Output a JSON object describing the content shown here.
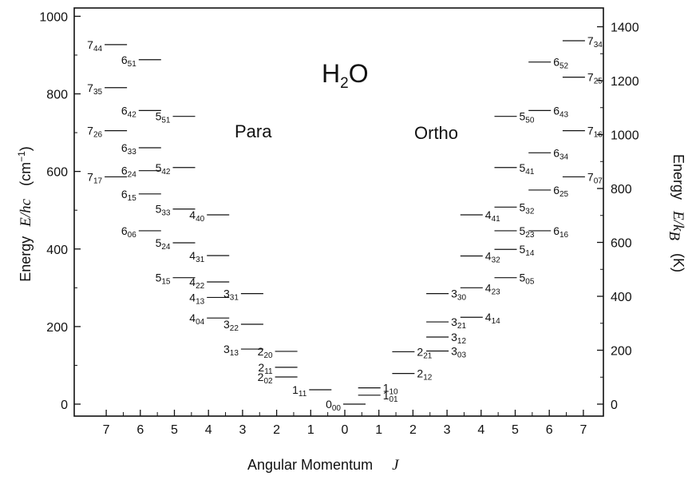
{
  "chart_data": {
    "type": "scatter",
    "title": {
      "main": "H",
      "sub": "2",
      "rest": "O"
    },
    "group_labels": {
      "para": "Para",
      "ortho": "Ortho"
    },
    "xlabel": {
      "text": "Angular  Momentum",
      "var": "J"
    },
    "ylabel_left": {
      "text": "Energy",
      "var": "E/hc",
      "unit_open": "(cm",
      "unit_exp": "−1",
      "unit_close": ")"
    },
    "ylabel_right": {
      "text": "Energy",
      "var": "E/k",
      "var_sub": "B",
      "unit": "(K)"
    },
    "ylim_left": [
      0,
      1000
    ],
    "ylim_right_K": [
      0,
      1400
    ],
    "left_ticks": [
      "0",
      "200",
      "400",
      "600",
      "800",
      "1000"
    ],
    "right_ticks": [
      "0",
      "200",
      "400",
      "600",
      "800",
      "1000",
      "1200",
      "1400"
    ],
    "x_ticks": [
      "7",
      "6",
      "5",
      "4",
      "3",
      "2",
      "1",
      "0",
      "1",
      "2",
      "3",
      "4",
      "5",
      "6",
      "7"
    ],
    "para_levels": [
      {
        "J": "0",
        "sub": "00",
        "j": 0,
        "energy": 0
      },
      {
        "J": "1",
        "sub": "11",
        "j": 1,
        "energy": 37
      },
      {
        "J": "2",
        "sub": "02",
        "j": 2,
        "energy": 70
      },
      {
        "J": "2",
        "sub": "11",
        "j": 2,
        "energy": 95
      },
      {
        "J": "2",
        "sub": "20",
        "j": 2,
        "energy": 136
      },
      {
        "J": "3",
        "sub": "13",
        "j": 3,
        "energy": 142
      },
      {
        "J": "3",
        "sub": "22",
        "j": 3,
        "energy": 206
      },
      {
        "J": "3",
        "sub": "31",
        "j": 3,
        "energy": 285
      },
      {
        "J": "4",
        "sub": "04",
        "j": 4,
        "energy": 222
      },
      {
        "J": "4",
        "sub": "13",
        "j": 4,
        "energy": 275
      },
      {
        "J": "4",
        "sub": "22",
        "j": 4,
        "energy": 315
      },
      {
        "J": "4",
        "sub": "31",
        "j": 4,
        "energy": 383
      },
      {
        "J": "4",
        "sub": "40",
        "j": 4,
        "energy": 488
      },
      {
        "J": "5",
        "sub": "15",
        "j": 5,
        "energy": 326
      },
      {
        "J": "5",
        "sub": "24",
        "j": 5,
        "energy": 416
      },
      {
        "J": "5",
        "sub": "33",
        "j": 5,
        "energy": 503
      },
      {
        "J": "5",
        "sub": "42",
        "j": 5,
        "energy": 610
      },
      {
        "J": "5",
        "sub": "51",
        "j": 5,
        "energy": 742
      },
      {
        "J": "6",
        "sub": "06",
        "j": 6,
        "energy": 447
      },
      {
        "J": "6",
        "sub": "15",
        "j": 6,
        "energy": 542
      },
      {
        "J": "6",
        "sub": "24",
        "j": 6,
        "energy": 602
      },
      {
        "J": "6",
        "sub": "33",
        "j": 6,
        "energy": 661
      },
      {
        "J": "6",
        "sub": "42",
        "j": 6,
        "energy": 757
      },
      {
        "J": "6",
        "sub": "51",
        "j": 6,
        "energy": 888
      },
      {
        "J": "7",
        "sub": "17",
        "j": 7,
        "energy": 586
      },
      {
        "J": "7",
        "sub": "26",
        "j": 7,
        "energy": 705
      },
      {
        "J": "7",
        "sub": "35",
        "j": 7,
        "energy": 816
      },
      {
        "J": "7",
        "sub": "44",
        "j": 7,
        "energy": 927
      }
    ],
    "ortho_levels": [
      {
        "J": "1",
        "sub": "01",
        "j": 1,
        "energy": 23
      },
      {
        "J": "1",
        "sub": "10",
        "j": 1,
        "energy": 42
      },
      {
        "J": "2",
        "sub": "12",
        "j": 2,
        "energy": 79
      },
      {
        "J": "2",
        "sub": "21",
        "j": 2,
        "energy": 135
      },
      {
        "J": "3",
        "sub": "03",
        "j": 3,
        "energy": 137
      },
      {
        "J": "3",
        "sub": "12",
        "j": 3,
        "energy": 173
      },
      {
        "J": "3",
        "sub": "21",
        "j": 3,
        "energy": 212
      },
      {
        "J": "3",
        "sub": "30",
        "j": 3,
        "energy": 285
      },
      {
        "J": "4",
        "sub": "14",
        "j": 4,
        "energy": 224
      },
      {
        "J": "4",
        "sub": "23",
        "j": 4,
        "energy": 300
      },
      {
        "J": "4",
        "sub": "32",
        "j": 4,
        "energy": 382
      },
      {
        "J": "4",
        "sub": "41",
        "j": 4,
        "energy": 488
      },
      {
        "J": "5",
        "sub": "05",
        "j": 5,
        "energy": 326
      },
      {
        "J": "5",
        "sub": "14",
        "j": 5,
        "energy": 399
      },
      {
        "J": "5",
        "sub": "23",
        "j": 5,
        "energy": 447
      },
      {
        "J": "5",
        "sub": "32",
        "j": 5,
        "energy": 508
      },
      {
        "J": "5",
        "sub": "41",
        "j": 5,
        "energy": 610
      },
      {
        "J": "5",
        "sub": "50",
        "j": 5,
        "energy": 742
      },
      {
        "J": "6",
        "sub": "16",
        "j": 6,
        "energy": 447
      },
      {
        "J": "6",
        "sub": "25",
        "j": 6,
        "energy": 552
      },
      {
        "J": "6",
        "sub": "34",
        "j": 6,
        "energy": 648
      },
      {
        "J": "6",
        "sub": "43",
        "j": 6,
        "energy": 757
      },
      {
        "J": "6",
        "sub": "52",
        "j": 6,
        "energy": 882
      },
      {
        "J": "7",
        "sub": "07",
        "j": 7,
        "energy": 586
      },
      {
        "J": "7",
        "sub": "16",
        "j": 7,
        "energy": 705
      },
      {
        "J": "7",
        "sub": "25",
        "j": 7,
        "energy": 843
      },
      {
        "J": "7",
        "sub": "34",
        "j": 7,
        "energy": 937
      }
    ]
  }
}
